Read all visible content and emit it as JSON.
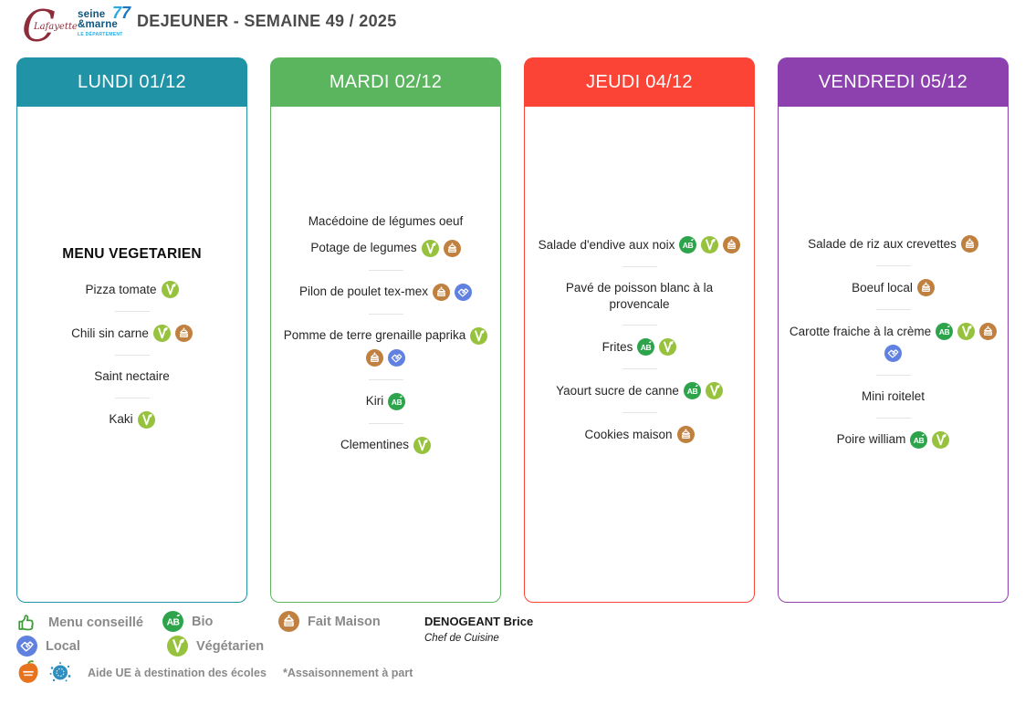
{
  "header": {
    "title": "DEJEUNER - SEMAINE 49 / 2025",
    "logo_lafayette": "Lafayette",
    "logo_dept": {
      "line1": "seine",
      "line2": "&marne",
      "number_left": "7",
      "number_right": "7",
      "sub": "LE DÉPARTEMENT"
    }
  },
  "badge_colors": {
    "bio": "#2da44c",
    "vegetarien": "#97c23d",
    "fait-maison": "#c0803f",
    "local": "#6081e0"
  },
  "columns": [
    {
      "id": "lundi",
      "label": "LUNDI 01/12",
      "color": "#2093a6",
      "items": [
        {
          "type": "heading",
          "text": "MENU VEGETARIEN"
        },
        {
          "type": "dish",
          "text": "Pizza tomate",
          "badges": [
            "vegetarien"
          ]
        },
        {
          "type": "divider"
        },
        {
          "type": "dish",
          "text": "Chili sin carne",
          "badges": [
            "vegetarien",
            "fait-maison"
          ]
        },
        {
          "type": "divider"
        },
        {
          "type": "dish",
          "text": "Saint nectaire",
          "badges": []
        },
        {
          "type": "divider"
        },
        {
          "type": "dish",
          "text": "Kaki",
          "badges": [
            "vegetarien"
          ]
        }
      ]
    },
    {
      "id": "mardi",
      "label": "MARDI 02/12",
      "color": "#5ab55e",
      "items": [
        {
          "type": "dish",
          "text": "Macédoine de légumes oeuf",
          "badges": []
        },
        {
          "type": "dish",
          "text": "Potage de legumes",
          "badges": [
            "vegetarien",
            "fait-maison"
          ]
        },
        {
          "type": "divider"
        },
        {
          "type": "dish",
          "text": "Pilon de poulet tex-mex",
          "badges": [
            "fait-maison",
            "local"
          ]
        },
        {
          "type": "divider"
        },
        {
          "type": "dish",
          "text": "Pomme de terre grenaille paprika",
          "badges": [
            "vegetarien"
          ],
          "badges2": [
            "fait-maison",
            "local"
          ]
        },
        {
          "type": "divider"
        },
        {
          "type": "dish",
          "text": "Kiri",
          "badges": [
            "bio"
          ]
        },
        {
          "type": "divider"
        },
        {
          "type": "dish",
          "text": "Clementines",
          "badges": [
            "vegetarien"
          ]
        }
      ]
    },
    {
      "id": "jeudi",
      "label": "JEUDI 04/12",
      "color": "#fb4336",
      "items": [
        {
          "type": "dish",
          "text": "Salade d'endive aux noix",
          "badges": [
            "bio",
            "vegetarien",
            "fait-maison"
          ]
        },
        {
          "type": "divider"
        },
        {
          "type": "dish",
          "text": "Pavé de poisson blanc à la provencale",
          "badges": []
        },
        {
          "type": "divider"
        },
        {
          "type": "dish",
          "text": "Frites",
          "badges": [
            "bio",
            "vegetarien"
          ]
        },
        {
          "type": "divider"
        },
        {
          "type": "dish",
          "text": "Yaourt sucre de canne",
          "badges": [
            "bio",
            "vegetarien"
          ]
        },
        {
          "type": "divider"
        },
        {
          "type": "dish",
          "text": "Cookies maison",
          "badges": [
            "fait-maison"
          ]
        }
      ]
    },
    {
      "id": "vendredi",
      "label": "VENDREDI 05/12",
      "color": "#8d41ae",
      "items": [
        {
          "type": "dish",
          "text": "Salade de riz aux crevettes",
          "badges": [
            "fait-maison"
          ]
        },
        {
          "type": "divider"
        },
        {
          "type": "dish",
          "text": "Boeuf local",
          "badges": [
            "fait-maison"
          ]
        },
        {
          "type": "divider"
        },
        {
          "type": "dish",
          "text": "Carotte fraiche à la crème",
          "badges": [
            "bio",
            "vegetarien",
            "fait-maison"
          ],
          "badges2": [
            "local"
          ]
        },
        {
          "type": "divider"
        },
        {
          "type": "dish",
          "text": "Mini roitelet",
          "badges": []
        },
        {
          "type": "divider"
        },
        {
          "type": "dish",
          "text": "Poire william",
          "badges": [
            "bio",
            "vegetarien"
          ]
        }
      ]
    }
  ],
  "legend": {
    "items": [
      {
        "icon": "menu-conseille",
        "label": "Menu conseillé"
      },
      {
        "icon": "bio",
        "label": "Bio"
      },
      {
        "icon": "fait-maison",
        "label": "Fait Maison"
      },
      {
        "icon": "local",
        "label": "Local"
      },
      {
        "icon": "vegetarien",
        "label": "Végétarien"
      }
    ],
    "aide_ue": "Aide UE à destination des écoles",
    "assaisonnement": "*Assaisonnement à part"
  },
  "chef": {
    "name": "DENOGEANT Brice",
    "title": "Chef de Cuisine"
  }
}
